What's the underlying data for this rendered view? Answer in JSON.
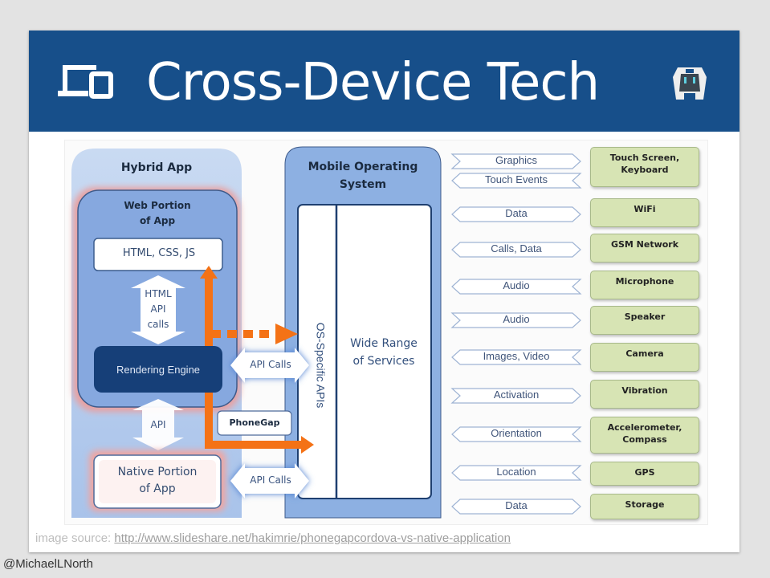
{
  "header": {
    "title": "Cross-Device Tech",
    "left_icon": "devices-icon",
    "right_icon": "cordova-logo-icon",
    "background": "#174f8a"
  },
  "diagram": {
    "hybrid_app": {
      "title": "Hybrid App",
      "web_portion": "Web Portion\nof App",
      "web_portion_lines": [
        "Web Portion",
        "of App"
      ],
      "html_css_js": "HTML, CSS, JS",
      "html_api_calls": [
        "HTML",
        "API",
        "calls"
      ],
      "rendering_engine": "Rendering Engine",
      "api": "API",
      "native_portion_lines": [
        "Native Portion",
        "of App"
      ]
    },
    "bridge": {
      "api_calls_top": "API Calls",
      "phonegap": "PhoneGap",
      "api_calls_bottom": "API Calls"
    },
    "mobile_os": {
      "title_lines": [
        "Mobile  Operating",
        "System"
      ],
      "os_specific_apis": "OS-Specific APIs",
      "services_lines": [
        "Wide Range",
        "of Services"
      ]
    },
    "rows": [
      {
        "label": "Graphics",
        "direction": "right",
        "device_lines": [
          "Touch Screen,",
          "Keyboard"
        ]
      },
      {
        "label": "Touch Events",
        "direction": "left",
        "device_lines": []
      },
      {
        "label": "Data",
        "direction": "both",
        "device_lines": [
          "WiFi"
        ]
      },
      {
        "label": "Calls, Data",
        "direction": "both",
        "device_lines": [
          "GSM Network"
        ]
      },
      {
        "label": "Audio",
        "direction": "left",
        "device_lines": [
          "Microphone"
        ]
      },
      {
        "label": "Audio",
        "direction": "right",
        "device_lines": [
          "Speaker"
        ]
      },
      {
        "label": "Images, Video",
        "direction": "left",
        "device_lines": [
          "Camera"
        ]
      },
      {
        "label": "Activation",
        "direction": "right",
        "device_lines": [
          "Vibration"
        ]
      },
      {
        "label": "Orientation",
        "direction": "left",
        "device_lines": [
          "Accelerometer,",
          "Compass"
        ]
      },
      {
        "label": "Location",
        "direction": "left",
        "device_lines": [
          "GPS"
        ]
      },
      {
        "label": "Data",
        "direction": "both",
        "device_lines": [
          "Storage"
        ]
      }
    ],
    "colors": {
      "orange_arrow": "#f47216",
      "device_box": "#d7e4b4",
      "os_blue": "#8db0e2",
      "hybrid_blue": "#c5d7f0"
    }
  },
  "footer": {
    "source_prefix": "image source: ",
    "source_link": "http://www.slideshare.net/hakimrie/phonegapcordova-vs-native-application",
    "credit": "@MichaelLNorth"
  }
}
